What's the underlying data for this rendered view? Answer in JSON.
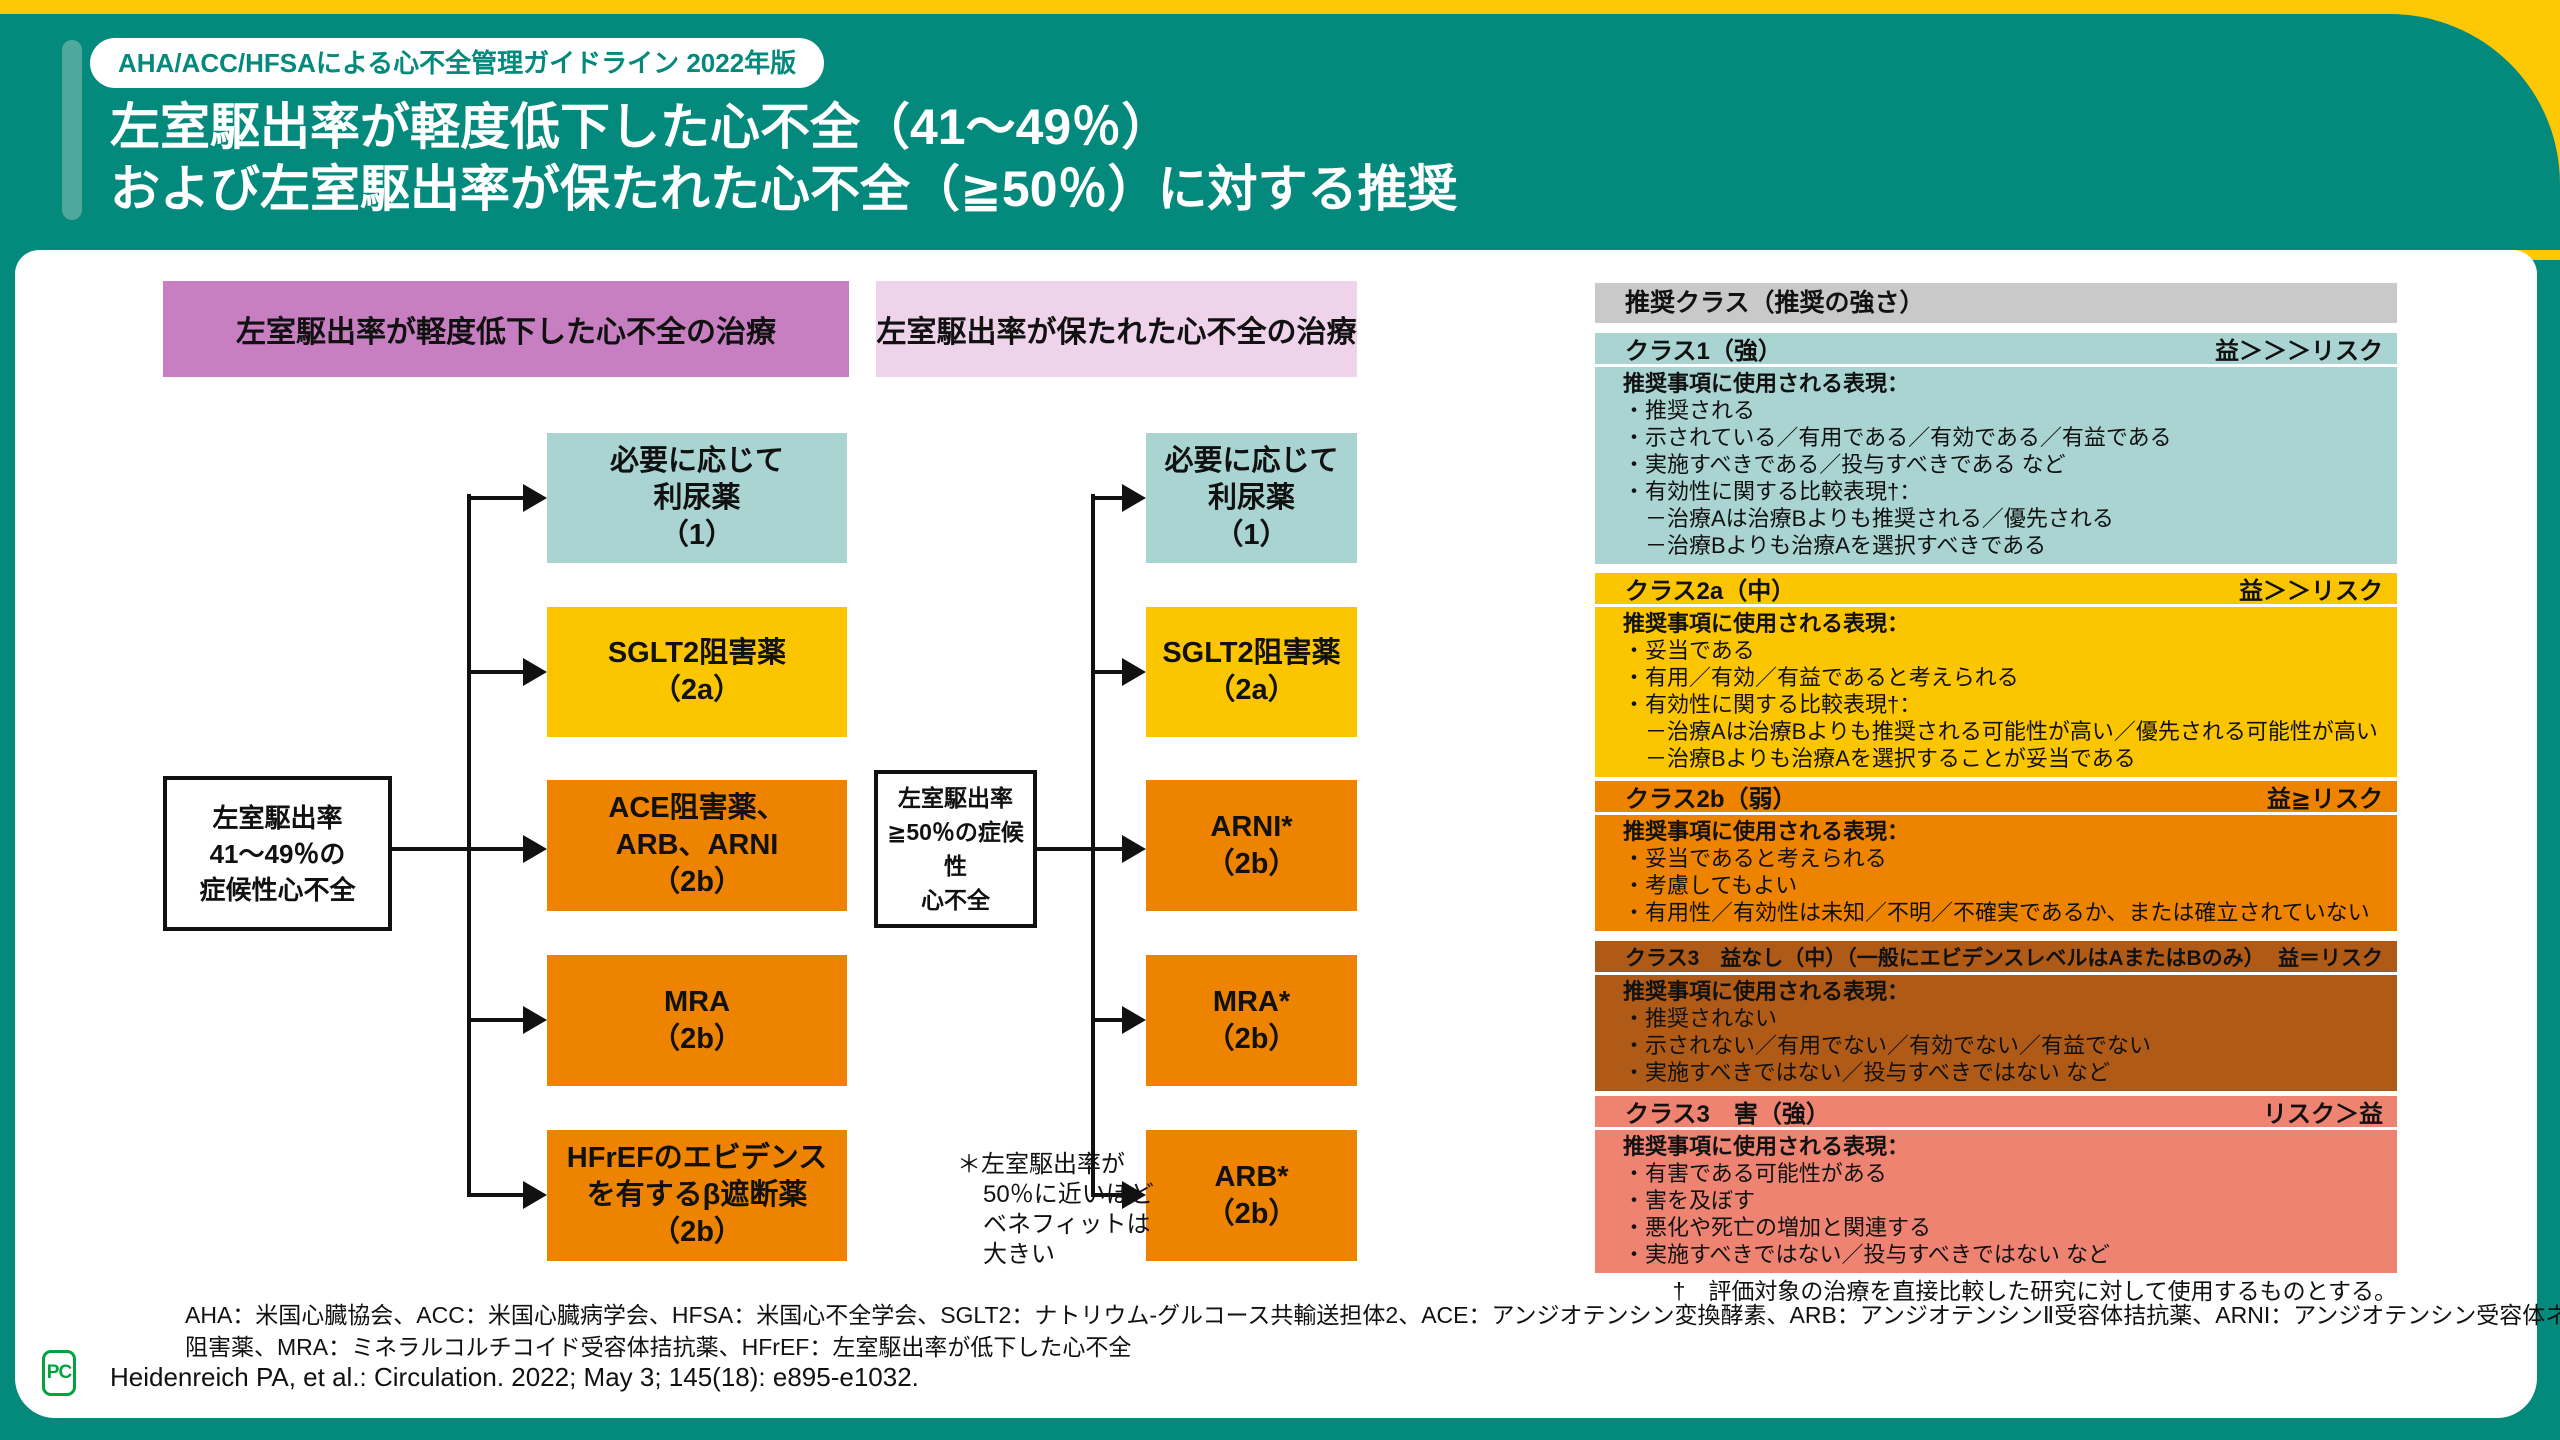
{
  "page": {
    "badge": "AHA/ACC/HFSAによる心不全管理ガイドライン 2022年版",
    "title_line1": "左室駆出率が軽度低下した心不全（41〜49％）",
    "title_line2": "および左室駆出率が保たれた心不全（≧50％）に対する推奨"
  },
  "flow_left": {
    "header": "左室駆出率が軽度低下した心不全の治療",
    "source_lines": [
      "左室駆出率",
      "41〜49％の",
      "症候性心不全"
    ],
    "boxes": [
      {
        "lines": [
          "必要に応じて",
          "利尿薬",
          "（1）"
        ]
      },
      {
        "lines": [
          "SGLT2阻害薬",
          "（2a）"
        ]
      },
      {
        "lines": [
          "ACE阻害薬、",
          "ARB、ARNI",
          "（2b）"
        ]
      },
      {
        "lines": [
          "MRA",
          "（2b）"
        ]
      },
      {
        "lines": [
          "HFrEFのエビデンス",
          "を有するβ遮断薬",
          "（2b）"
        ]
      }
    ]
  },
  "flow_mid": {
    "header": "左室駆出率が保たれた心不全の治療",
    "source_lines": [
      "左室駆出率",
      "≧50％の症候性",
      "心不全"
    ],
    "boxes": [
      {
        "lines": [
          "必要に応じて",
          "利尿薬",
          "（1）"
        ]
      },
      {
        "lines": [
          "SGLT2阻害薬",
          "（2a）"
        ]
      },
      {
        "lines": [
          "ARNI*",
          "（2b）"
        ]
      },
      {
        "lines": [
          "MRA*",
          "（2b）"
        ]
      },
      {
        "lines": [
          "ARB*",
          "（2b）"
        ]
      }
    ],
    "asterisk_note": [
      "＊左室駆出率が",
      "50％に近いほど",
      "ベネフィットは",
      "大きい"
    ]
  },
  "legend": {
    "title": "推奨クラス（推奨の強さ）",
    "classes": [
      {
        "label": "クラス1（強）",
        "balance": "益＞＞＞リスク",
        "intro": "推奨事項に使用される表現：",
        "bullets": [
          "・推奨される",
          "・示されている／有用である／有効である／有益である",
          "・実施すべきである／投与すべきである など",
          "・有効性に関する比較表現†：",
          "　－治療Aは治療Bよりも推奨される／優先される",
          "　－治療Bよりも治療Aを選択すべきである"
        ]
      },
      {
        "label": "クラス2a（中）",
        "balance": "益＞＞リスク",
        "intro": "推奨事項に使用される表現：",
        "bullets": [
          "・妥当である",
          "・有用／有効／有益であると考えられる",
          "・有効性に関する比較表現†：",
          "　－治療Aは治療Bよりも推奨される可能性が高い／優先される可能性が高い",
          "　－治療Bよりも治療Aを選択することが妥当である"
        ]
      },
      {
        "label": "クラス2b（弱）",
        "balance": "益≧リスク",
        "intro": "推奨事項に使用される表現：",
        "bullets": [
          "・妥当であると考えられる",
          "・考慮してもよい",
          "・有用性／有効性は未知／不明／不確実であるか、または確立されていない"
        ]
      },
      {
        "label": "クラス3　益なし（中）（一般にエビデンスレベルはAまたはBのみ）",
        "balance": "益＝リスク",
        "intro": "推奨事項に使用される表現：",
        "bullets": [
          "・推奨されない",
          "・示されない／有用でない／有効でない／有益でない",
          "・実施すべきではない／投与すべきではない など"
        ]
      },
      {
        "label": "クラス3　害（強）",
        "balance": "リスク＞益",
        "intro": "推奨事項に使用される表現：",
        "bullets": [
          "・有害である可能性がある",
          "・害を及ぼす",
          "・悪化や死亡の増加と関連する",
          "・実施すべきではない／投与すべきではない など"
        ]
      }
    ],
    "dagger_note": "†　評価対象の治療を直接比較した研究に対して使用するものとする。"
  },
  "footnotes": {
    "abbrev_line1": "AHA：米国心臓協会、ACC：米国心臓病学会、HFSA：米国心不全学会、SGLT2：ナトリウム-グルコース共輸送担体2、ACE：アンジオテンシン変換酵素、ARB：アンジオテンシンⅡ受容体拮抗薬、ARNI：アンジオテンシン受容体ネプリライシン",
    "abbrev_line2": "阻害薬、MRA：ミネラルコルチコイド受容体拮抗薬、HFrEF：左室駆出率が低下した心不全",
    "citation": "Heidenreich PA, et al.: Circulation. 2022; May 3; 145(18): e895-e1032."
  },
  "logo": {
    "text": "PC"
  },
  "colors": {
    "teal_header": "#048a7d",
    "yellow_bg": "#ffc805",
    "class1_teal": "#a9d4d1",
    "class2a_yellow": "#fbc500",
    "class2b_orange": "#ee8300",
    "class3_brown": "#b05a17",
    "class3_salmon": "#ee8372",
    "purple_header": "#c87fc2",
    "pink_header": "#eed3ea",
    "gray_header": "#c9c9c9",
    "accent_bar": "#4fa89c",
    "logo_green": "#00a33e"
  }
}
